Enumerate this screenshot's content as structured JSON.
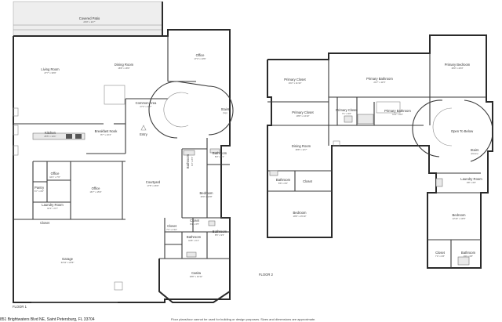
{
  "rooms": {
    "covered_patio": {
      "name": "Covered Patio",
      "dim": "20'0\" x 11'7\""
    },
    "living_room": {
      "name": "Living Room",
      "dim": "27'7\" x 30'9\""
    },
    "dining_room": {
      "name": "Dining Room",
      "dim": "18'8\" x 18'0\""
    },
    "office_top": {
      "name": "Office",
      "dim": "17'4\" x 13'6\""
    },
    "common_area": {
      "name": "Common Area",
      "dim": "27'2\" x 11'7\""
    },
    "stairs_1": {
      "name": "Stairs",
      "dim": "(Up)"
    },
    "kitchen": {
      "name": "Kitchen",
      "dim": "25'5\" x 14'1\""
    },
    "breakfast_nook": {
      "name": "Breakfast Nook",
      "dim": "8'7\" x 10'4\""
    },
    "entry": {
      "name": "Entry",
      "dim": ""
    },
    "bathroom_1a": {
      "name": "Bathroom",
      "dim": "8'3\" x 5'1\""
    },
    "bathroom_1b": {
      "name": "Bathroom",
      "dim": "6'3\" x 8'3\""
    },
    "office_small": {
      "name": "Office",
      "dim": "10'1\" x 7'0\""
    },
    "pantry": {
      "name": "Pantry",
      "dim": "6'7\" x 6'0\""
    },
    "office_mid": {
      "name": "Office",
      "dim": "16'7\" x 15'0\""
    },
    "courtyard": {
      "name": "Courtyard",
      "dim": "17'8\" x 26'9\""
    },
    "bedroom_1": {
      "name": "Bedroom",
      "dim": "15'0\" x 13'8\""
    },
    "laundry_1": {
      "name": "Laundry Room",
      "dim": "10'1\" x 6'7\""
    },
    "closet_1a": {
      "name": "Closet",
      "dim": ""
    },
    "closet_1b": {
      "name": "Closet",
      "dim": "9'4\" x 6'5\""
    },
    "closet_1c": {
      "name": "Closet",
      "dim": "7'3\" x 4'10\""
    },
    "bathroom_1c": {
      "name": "Bathroom",
      "dim": "8'5\" x 9'3\""
    },
    "bathroom_1d": {
      "name": "Bathroom",
      "dim": "10'8\" x 6'1\""
    },
    "garage": {
      "name": "Garage",
      "dim": "32'11\" x 20'9\""
    },
    "casita": {
      "name": "Casita",
      "dim": "18'8\" x 16'11\""
    },
    "primary_closet_a": {
      "name": "Primary Closet",
      "dim": "16'2\" x 11'10\""
    },
    "primary_bathroom_a": {
      "name": "Primary Bathroom",
      "dim": "20'7\" x 11'5\""
    },
    "primary_bedroom": {
      "name": "Primary Bedroom",
      "dim": "18'0\" x 20'3\""
    },
    "primary_closet_b": {
      "name": "Primary Closet",
      "dim": "18'8\" x 14'10\""
    },
    "primary_closet_c": {
      "name": "Primary Closet",
      "dim": "7'1\" x 5'0\""
    },
    "primary_bathroom_b": {
      "name": "Primary Bathroom",
      "dim": "14'1\" x 8'2\""
    },
    "open_to_below": {
      "name": "Open To Below",
      "dim": ""
    },
    "stairs_2": {
      "name": "Stairs",
      "dim": "(Down)"
    },
    "dining_room_2": {
      "name": "Dining Room",
      "dim": "18'8\" x 12'7\""
    },
    "bathroom_2a": {
      "name": "Bathroom",
      "dim": "8'8\" x 6'0\""
    },
    "closet_2a": {
      "name": "Closet",
      "dim": ""
    },
    "laundry_2": {
      "name": "Laundry Room",
      "dim": "9'8\" x 6'0\""
    },
    "bedroom_2a": {
      "name": "Bedroom",
      "dim": "18'8\" x 15'10\""
    },
    "bedroom_2b": {
      "name": "Bedroom",
      "dim": "12'10\" x 13'8\""
    },
    "closet_2b": {
      "name": "Closet",
      "dim": "7'0\" x 6'8\""
    },
    "bathroom_2b": {
      "name": "Bathroom",
      "dim": "9'9\" x 6'8\""
    }
  },
  "labels": {
    "floor1": "FLOOR 1",
    "floor2": "FLOOR 2",
    "address": "851 Brightwaters Blvd NE, Saint Petersburg, FL 33704",
    "disclaimer": "Floor plans/tour cannot be used for building or design purposes. Sizes and dimensions are approximate."
  },
  "colors": {
    "wall": "#2a2a2a",
    "fill": "#e9e9e9"
  }
}
